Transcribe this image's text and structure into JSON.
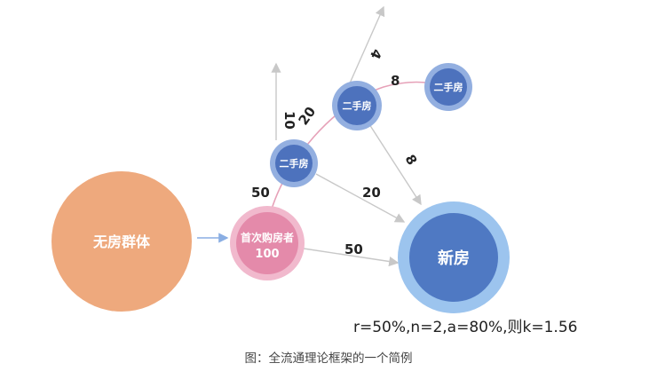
{
  "colors": {
    "no_house": "#eea97d",
    "first_buyer_outer": "#f1b9cd",
    "first_buyer_inner": "#e48aaa",
    "second_hand_outer": "#93afe0",
    "second_hand_inner": "#4d72bd",
    "new_house_outer": "#9cc4ee",
    "new_house_inner": "#4f79c3",
    "arrow_gray": "#c8c8c8",
    "arrow_blue": "#8aaee3",
    "chain_pink": "#e6a1b8"
  },
  "nodes": {
    "no_house": "无房群体",
    "first_buyer_title": "首次购房者",
    "first_buyer_count": "100",
    "second_hand_1": "二手房",
    "second_hand_2": "二手房",
    "second_hand_3": "二手房",
    "new_house": "新房"
  },
  "edges": {
    "first_to_sh1": "50",
    "first_to_new": "50",
    "sh1_up": "10",
    "sh1_to_sh2": "20",
    "sh1_to_new": "20",
    "sh2_up": "4",
    "sh2_to_sh3": "8",
    "sh2_to_new": "8"
  },
  "formula": "r=50%,n=2,a=80%,则k=1.56",
  "caption": "图：全流通理论框架的一个简例"
}
